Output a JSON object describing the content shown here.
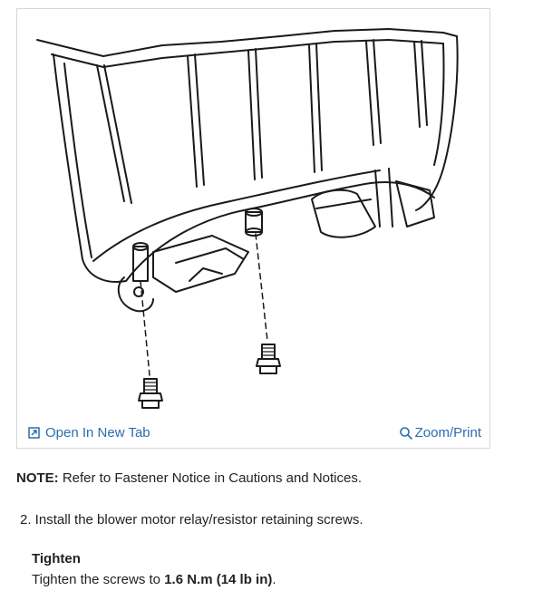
{
  "figure": {
    "open_tab_label": "Open In New Tab",
    "zoom_print_label": "Zoom/Print",
    "link_color": "#2b6cb0"
  },
  "note": {
    "label": "NOTE:",
    "text": " Refer to Fastener Notice in Cautions and Notices."
  },
  "step": {
    "number": "2.",
    "text": " Install the blower motor relay/resistor retaining screws."
  },
  "tighten": {
    "title": "Tighten",
    "text_prefix": "Tighten the screws to ",
    "torque": "1.6 N.m (14 lb in)",
    "text_suffix": "."
  }
}
